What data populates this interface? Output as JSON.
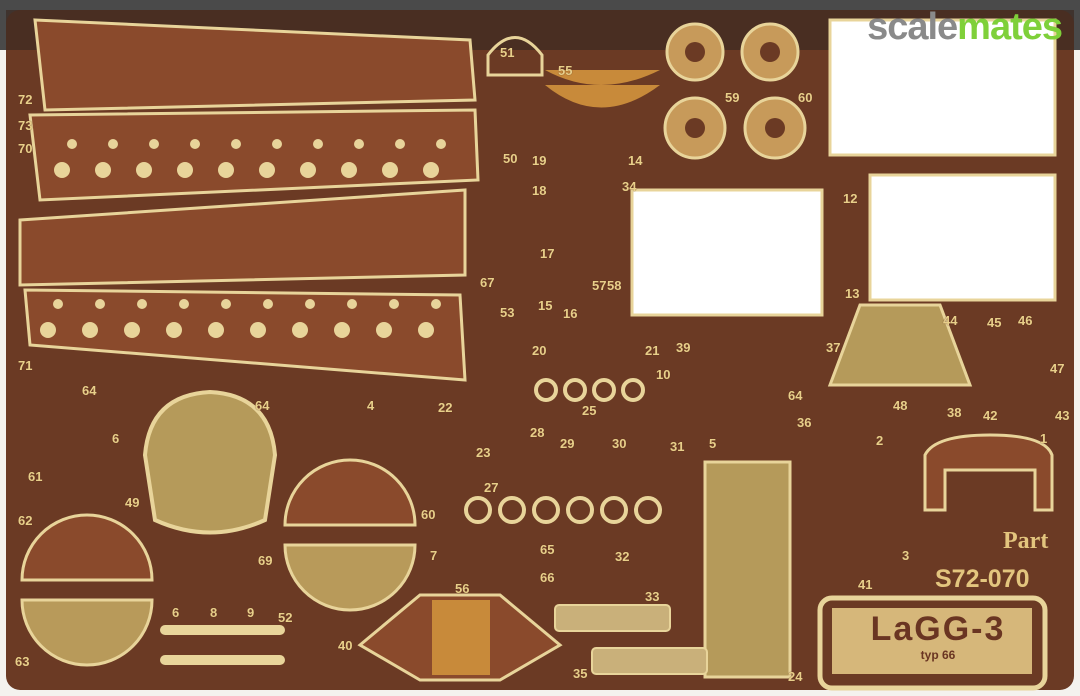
{
  "watermark": {
    "part1": "scale",
    "part2": "mates",
    "color_gray": "#8a8a8a",
    "color_green": "#7fd03a"
  },
  "fret": {
    "brand": "Part",
    "product_code": "S72-070",
    "nameplate_title": "LaGG-3",
    "nameplate_subtitle": "typ 66",
    "fret_color": "#6b3a24",
    "brass_color": "#e8d49a"
  },
  "part_numbers": [
    "72",
    "73",
    "70",
    "71",
    "51",
    "55",
    "59",
    "60",
    "50",
    "19",
    "14",
    "18",
    "34",
    "12",
    "17",
    "67",
    "13",
    "15",
    "57",
    "58",
    "53",
    "16",
    "39",
    "37",
    "44",
    "45",
    "46",
    "20",
    "21",
    "10",
    "64",
    "47",
    "64",
    "64",
    "4",
    "22",
    "25",
    "36",
    "48",
    "38",
    "42",
    "43",
    "6",
    "23",
    "28",
    "29",
    "30",
    "31",
    "5",
    "2",
    "1",
    "61",
    "49",
    "60",
    "27",
    "62",
    "69",
    "7",
    "65",
    "32",
    "66",
    "3",
    "41",
    "6",
    "8",
    "9",
    "52",
    "56",
    "33",
    "40",
    "63",
    "35",
    "24"
  ]
}
